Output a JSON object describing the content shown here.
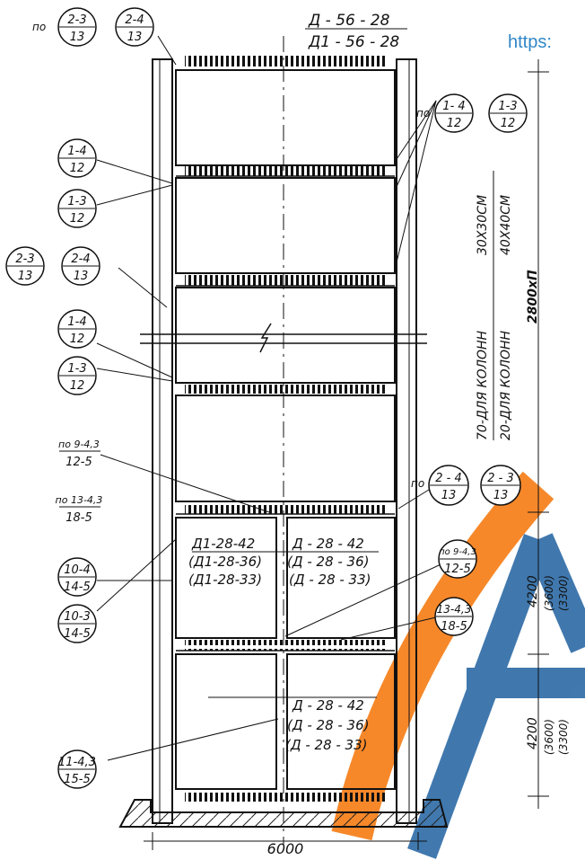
{
  "header": {
    "label_1": "Д - 56 - 28",
    "label_2": "Д1 - 56 - 28",
    "url": "https:"
  },
  "marks": {
    "top_left": {
      "prefix": "по",
      "a": {
        "top": "2-3",
        "bottom": "13"
      },
      "b": {
        "top": "2-4",
        "bottom": "13"
      }
    },
    "right_top": {
      "prefix": "по",
      "a": {
        "top": "1- 4",
        "bottom": "12"
      },
      "b": {
        "top": "1-3",
        "bottom": "12"
      }
    },
    "left_1": {
      "top": "1-4",
      "bottom": "12"
    },
    "left_2": {
      "top": "1-3",
      "bottom": "12"
    },
    "left_pair": {
      "a": {
        "top": "2-3",
        "bottom": "13"
      },
      "b": {
        "top": "2-4",
        "bottom": "13"
      }
    },
    "left_3": {
      "top": "1-4",
      "bottom": "12"
    },
    "left_4": {
      "top": "1-3",
      "bottom": "12"
    },
    "left_po1": {
      "top": "по 9-4,3",
      "bottom": "12-5"
    },
    "left_po2": {
      "top": "по 13-4,3",
      "bottom": "18-5"
    },
    "left_5": {
      "top": "10-4",
      "bottom": "14-5"
    },
    "left_6": {
      "top": "10-3",
      "bottom": "14-5"
    },
    "left_7": {
      "top": "11-4,3",
      "bottom": "15-5"
    },
    "right_mid": {
      "prefix": "по",
      "a": {
        "top": "2 - 4",
        "bottom": "13"
      },
      "b": {
        "top": "2 - 3",
        "bottom": "13"
      }
    },
    "right_po": {
      "top": "по 9-4,3",
      "bottom": "12-5"
    },
    "right_5": {
      "top": "13-4,3",
      "bottom": "18-5"
    }
  },
  "panels": {
    "left_l1": "Д1-28-42",
    "left_l2": "(Д1-28-36)",
    "left_l3": "(Д1-28-33)",
    "right_l1": "Д - 28 - 42",
    "right_l2": "(Д - 28 - 36)",
    "right_l3": "(Д - 28 - 33)",
    "low_l1": "Д - 28 - 42",
    "low_l2": "(Д - 28 - 36)",
    "low_l3": "(Д - 28 - 33)"
  },
  "notes": {
    "v1a": "70-ДЛЯ КОЛОНН",
    "v1b": "30Х30СМ",
    "v2a": "20-ДЛЯ КОЛОНН",
    "v2b": "40Х40СМ",
    "v3": "2800хП"
  },
  "dims": {
    "width": "6000",
    "h1": "4200",
    "h1a": "(3600)",
    "h1b": "(3300)",
    "h2": "4200",
    "h2a": "(3600)",
    "h2b": "(3300)"
  }
}
